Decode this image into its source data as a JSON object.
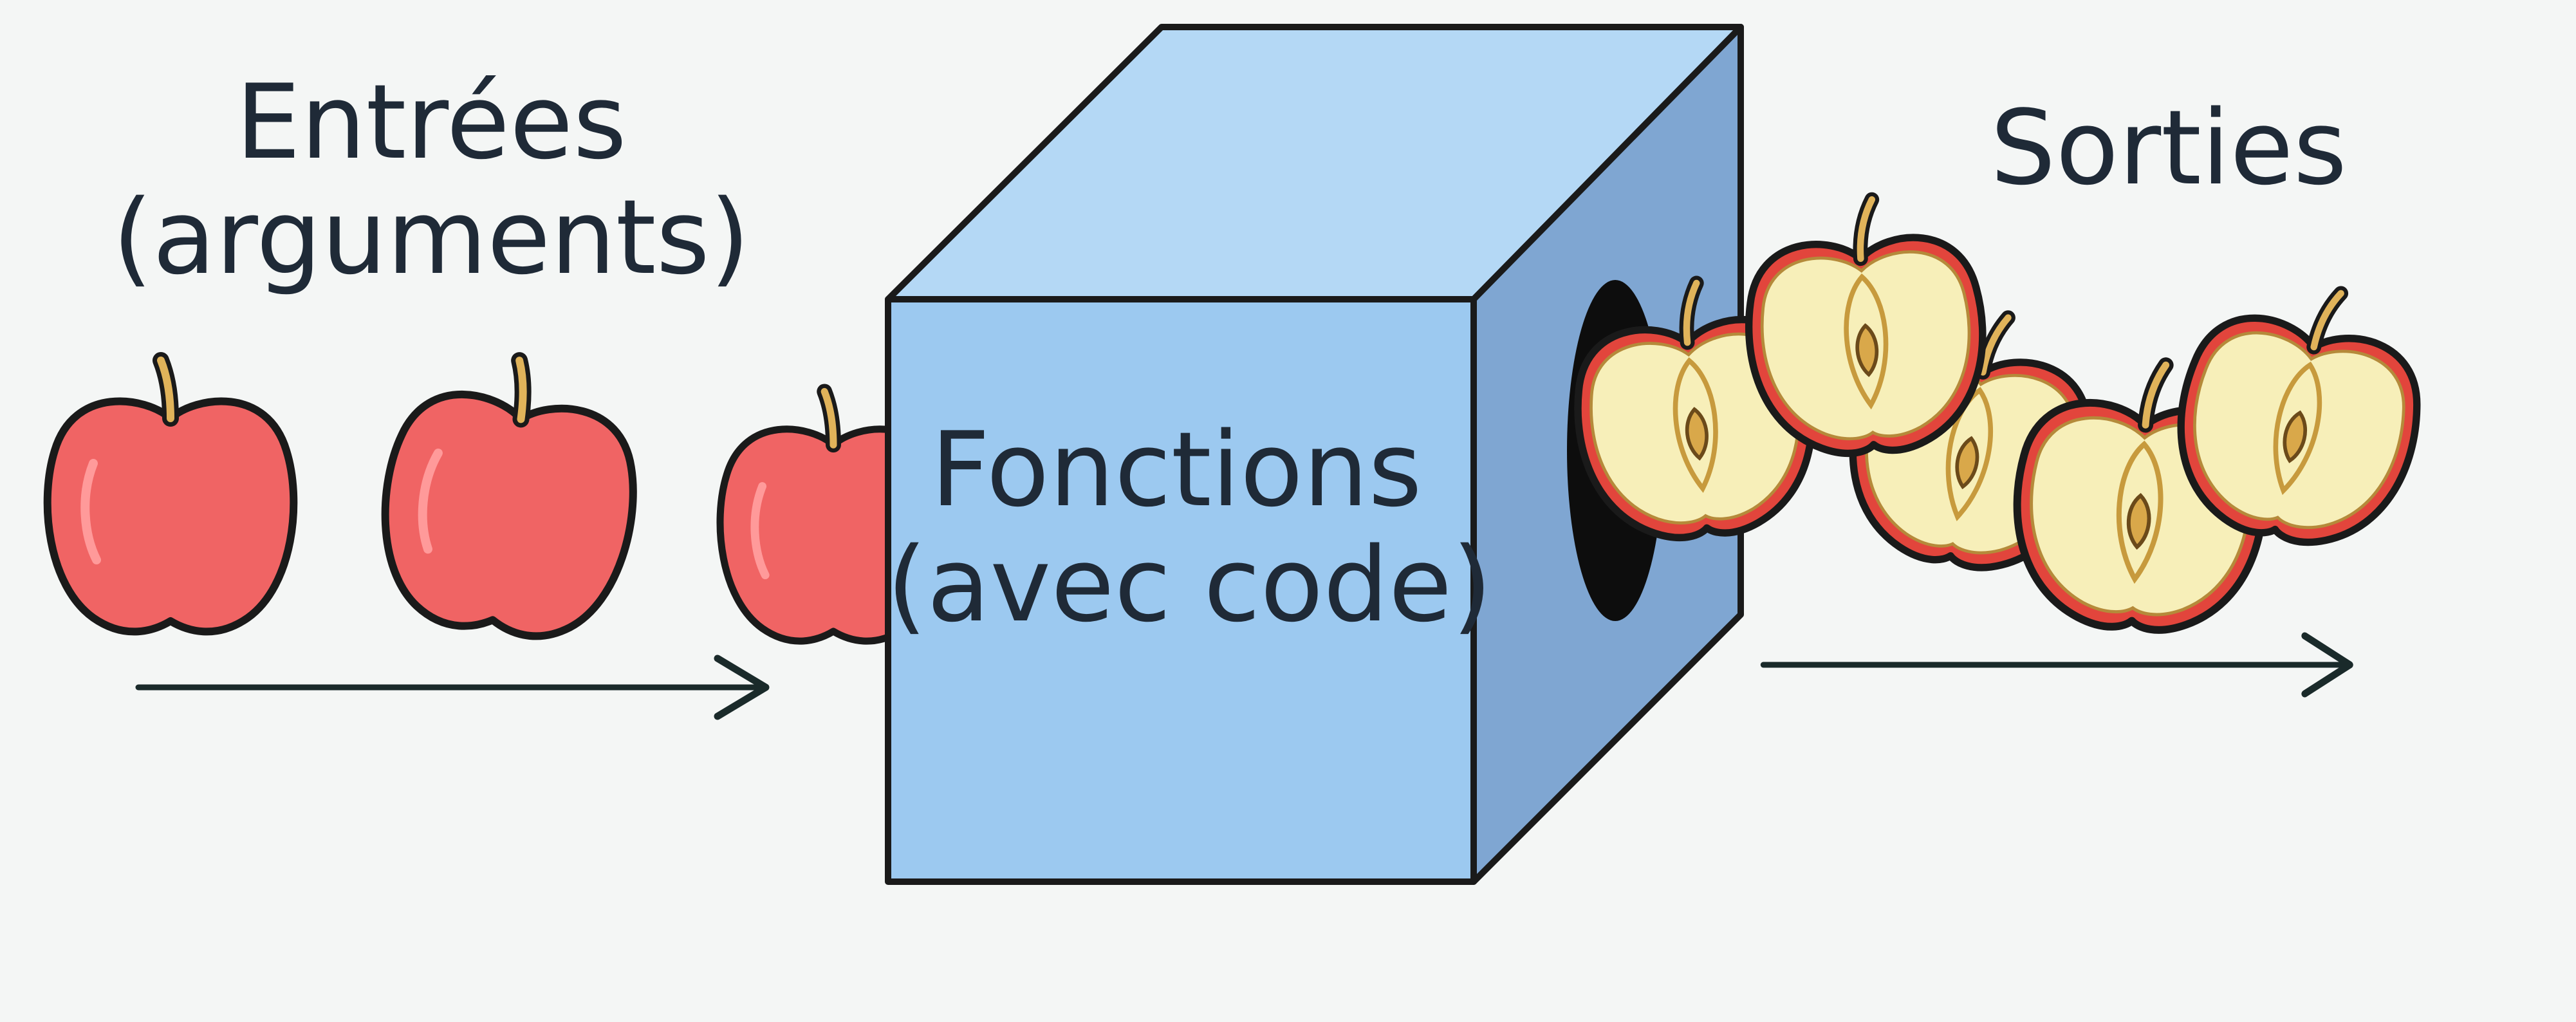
{
  "inputs": {
    "line1": "Entrées",
    "line2": "(arguments)"
  },
  "function": {
    "line1": "Fonctions",
    "line2": "(avec code)"
  },
  "outputs": {
    "label": "Sorties"
  },
  "icons": [
    "apple-icon",
    "apple-half-icon",
    "cube-icon",
    "arrow-right-icon"
  ],
  "colors": {
    "background": "#f4f6f5",
    "text": "#1f2a37",
    "cube_front": "#9cc9f0",
    "cube_top": "#b4d8f5",
    "cube_side": "#7fa6d2",
    "apple_red": "#f06464",
    "apple_flesh": "#f7efb9",
    "outline": "#1a1a1a"
  }
}
